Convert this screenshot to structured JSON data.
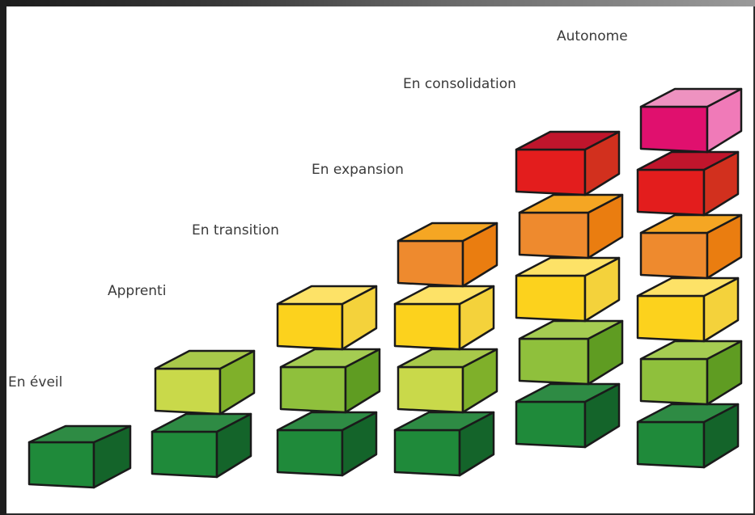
{
  "levels": [
    {
      "label": "En éveil",
      "blocks": 1,
      "colors": [
        "green"
      ]
    },
    {
      "label": "Apprenti",
      "blocks": 2,
      "colors": [
        "green",
        "lime"
      ]
    },
    {
      "label": "En transition",
      "blocks": 3,
      "colors": [
        "green",
        "lightgreen",
        "yellow"
      ]
    },
    {
      "label": "En expansion",
      "blocks": 4,
      "colors": [
        "green",
        "lime",
        "yellow",
        "orange"
      ]
    },
    {
      "label": "En consolidation",
      "blocks": 5,
      "colors": [
        "green",
        "lightgreen",
        "yellow",
        "orange",
        "red"
      ]
    },
    {
      "label": "Autonome",
      "blocks": 6,
      "colors": [
        "green",
        "lightgreen",
        "yellow",
        "orange",
        "red",
        "pink"
      ]
    }
  ],
  "palette": {
    "green": {
      "top": "#2e8b44",
      "front": "#1f8a3a",
      "side": "#14642a"
    },
    "lightgreen": {
      "top": "#a5cc52",
      "front": "#8fc03c",
      "side": "#5f9c22"
    },
    "lime": {
      "top": "#a8c94a",
      "front": "#c9d94a",
      "side": "#7fb02a"
    },
    "yellow": {
      "top": "#fde267",
      "front": "#fcd21d",
      "side": "#f4d23b"
    },
    "orange": {
      "top": "#f5a623",
      "front": "#ee8a2e",
      "side": "#ea7d10"
    },
    "red": {
      "top": "#c0152c",
      "front": "#e31d1d",
      "side": "#d2301e"
    },
    "pink": {
      "top": "#ee92c0",
      "front": "#e0106e",
      "side": "#f07ab8"
    }
  }
}
